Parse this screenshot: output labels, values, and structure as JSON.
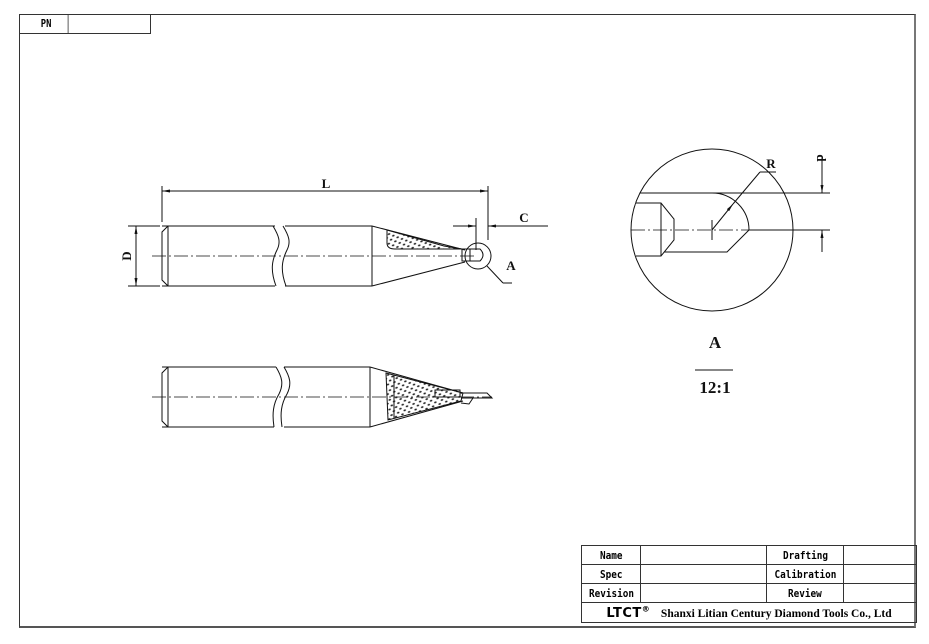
{
  "header": {
    "pn_label": "PN",
    "pn_value": ""
  },
  "drawing": {
    "side_view": {
      "dimension_L": "L",
      "dimension_D": "D",
      "dimension_C": "C",
      "detail_callout": "A"
    },
    "detail_view": {
      "label": "A",
      "scale": "12:1",
      "dimension_R": "R",
      "dimension_d": "d"
    }
  },
  "title_block": {
    "rows": [
      {
        "label": "Name",
        "value": "",
        "label2": "Drafting",
        "value2": ""
      },
      {
        "label": "Spec",
        "value": "",
        "label2": "Calibration",
        "value2": ""
      },
      {
        "label": "Revision",
        "value": "",
        "label2": "Review",
        "value2": ""
      }
    ],
    "logo": "LTCT",
    "logo_mark": "®",
    "company": "Shanxi Litian Century Diamond Tools Co., Ltd"
  },
  "colors": {
    "line": "#111111",
    "frame": "#333333",
    "background": "#ffffff"
  }
}
